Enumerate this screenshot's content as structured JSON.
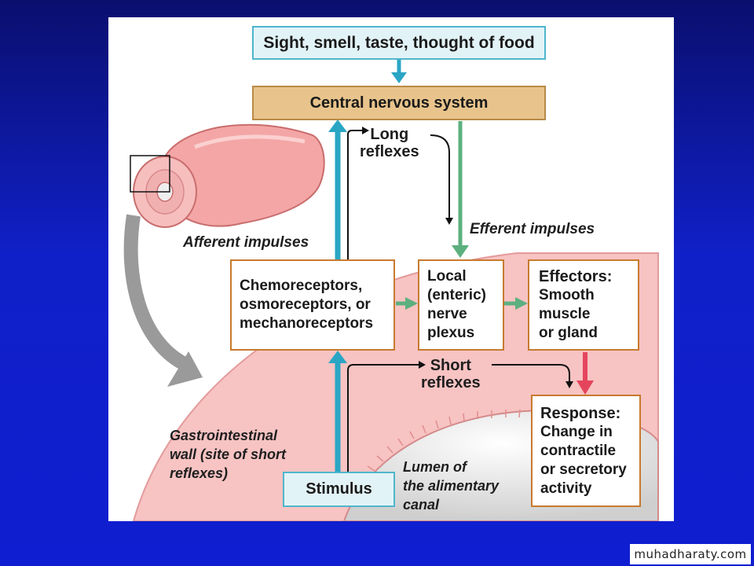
{
  "boxes": {
    "top": "Sight, smell, taste, thought of food",
    "cns": "Central nervous system",
    "receptors": "Chemoreceptors,\nosmoreceptors, or\nmechanoreceptors",
    "plexus": "Local\n(enteric)\nnerve\nplexus",
    "effectors_heading": "Effectors:",
    "effectors_body": "Smooth\nmuscle\nor gland",
    "response_heading": "Response:",
    "response_body": "Change in\ncontractile\nor secretory\nactivity",
    "stimulus": "Stimulus"
  },
  "labels": {
    "long_reflexes": "Long\nreflexes",
    "short_reflexes": "Short\nreflexes",
    "afferent": "Afferent impulses",
    "efferent": "Efferent impulses",
    "gi_wall": "Gastrointestinal\nwall (site of short\nreflexes)",
    "lumen": "Lumen of\nthe alimentary\ncanal"
  },
  "watermark": "muhadharaty.com",
  "colors": {
    "background": "#1020c8",
    "afferent_arrow": "#2aa6c4",
    "efferent_arrow": "#5cb07f",
    "response_arrow": "#e5455c",
    "gi_wall": "#f7c3c3",
    "box_blue": "#e2f3f7",
    "box_tan": "#e8c48c"
  }
}
